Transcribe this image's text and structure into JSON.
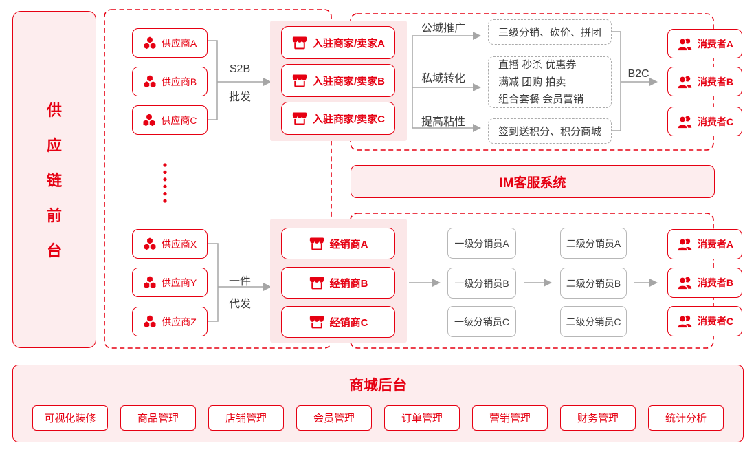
{
  "left_panel": {
    "label": "供应链前台",
    "chars": [
      "供",
      "应",
      "链",
      "前",
      "台"
    ]
  },
  "top": {
    "suppliers": [
      "供应商A",
      "供应商B",
      "供应商C"
    ],
    "bracket": {
      "line1": "S2B",
      "line2": "批发"
    },
    "merchants": [
      "入驻商家/卖家A",
      "入驻商家/卖家B",
      "入驻商家/卖家C"
    ],
    "branches": [
      {
        "label": "公域推广",
        "target": "三级分销、砍价、拼团"
      },
      {
        "label": "私域转化",
        "target_lines": [
          "直播 秒杀 优惠券",
          "满减 团购 拍卖",
          "组合套餐 会员营销"
        ]
      },
      {
        "label": "提高粘性",
        "target": "签到送积分、积分商城"
      }
    ],
    "b2c": "B2C",
    "consumers": [
      "消费者A",
      "消费者B",
      "消费者C"
    ]
  },
  "im": {
    "label": "IM客服系统"
  },
  "bottom": {
    "suppliers": [
      "供应商X",
      "供应商Y",
      "供应商Z"
    ],
    "bracket": {
      "line1": "一件",
      "line2": "代发"
    },
    "dealers": [
      "经销商A",
      "经销商B",
      "经销商C"
    ],
    "level1_distributors": [
      "一级分销员A",
      "一级分销员B",
      "一级分销员C"
    ],
    "level2_distributors": [
      "二级分销员A",
      "二级分销员B",
      "二级分销员C"
    ],
    "consumers": [
      "消费者A",
      "消费者B",
      "消费者C"
    ]
  },
  "backend": {
    "title": "商城后台",
    "modules": [
      "可视化装修",
      "商品管理",
      "店铺管理",
      "会员管理",
      "订单管理",
      "营销管理",
      "财务管理",
      "统计分析"
    ]
  },
  "colors": {
    "red": "#e60012",
    "pink_fill": "#fdedee",
    "pink_container": "#fbe7e8",
    "gray_line": "#a6a6a6",
    "dark_text": "#3d3d3d"
  }
}
